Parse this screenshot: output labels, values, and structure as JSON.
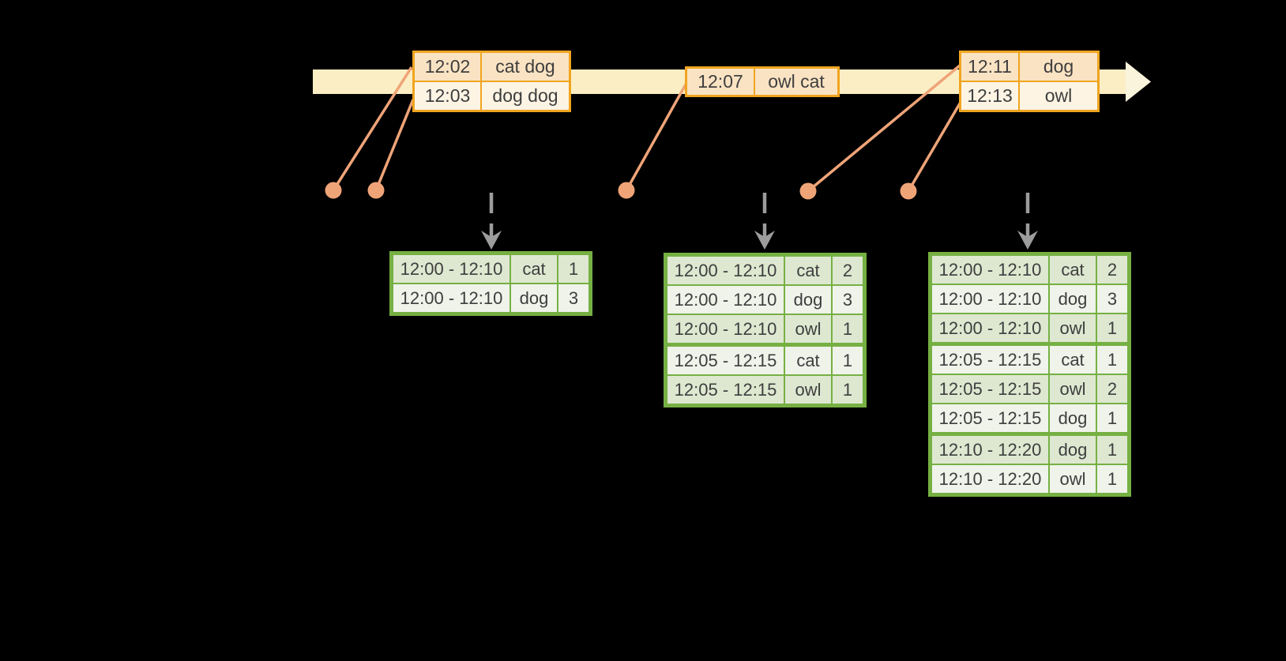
{
  "colors": {
    "background": "#000000",
    "timeline-band": "#fbeec5",
    "timeline-arrowhead": "#fbf4dc",
    "event-border": "#f0a51f",
    "event-row-dark": "#fae3c3",
    "event-row-light": "#fdf4e4",
    "marker-salmon": "#efa478",
    "arrow-gray": "#9c9c9c",
    "result-border": "#76b043",
    "result-row-dark": "#dee8d1",
    "result-row-light": "#eff3ea",
    "text": "#3e3e3e"
  },
  "timeline": {
    "events": [
      {
        "rows": [
          {
            "time": "12:02",
            "words": "cat dog"
          },
          {
            "time": "12:03",
            "words": "dog dog"
          }
        ]
      },
      {
        "rows": [
          {
            "time": "12:07",
            "words": "owl cat"
          }
        ]
      },
      {
        "rows": [
          {
            "time": "12:11",
            "words": "dog"
          },
          {
            "time": "12:13",
            "words": "owl"
          }
        ]
      }
    ]
  },
  "result_tables": [
    {
      "rows": [
        {
          "window": "12:00 - 12:10",
          "word": "cat",
          "count": "1"
        },
        {
          "window": "12:00 - 12:10",
          "word": "dog",
          "count": "3"
        }
      ]
    },
    {
      "rows": [
        {
          "window": "12:00 - 12:10",
          "word": "cat",
          "count": "2"
        },
        {
          "window": "12:00 - 12:10",
          "word": "dog",
          "count": "3"
        },
        {
          "window": "12:00 - 12:10",
          "word": "owl",
          "count": "1"
        },
        {
          "window": "12:05 - 12:15",
          "word": "cat",
          "count": "1"
        },
        {
          "window": "12:05 - 12:15",
          "word": "owl",
          "count": "1"
        }
      ]
    },
    {
      "rows": [
        {
          "window": "12:00 - 12:10",
          "word": "cat",
          "count": "2"
        },
        {
          "window": "12:00 - 12:10",
          "word": "dog",
          "count": "3"
        },
        {
          "window": "12:00 - 12:10",
          "word": "owl",
          "count": "1"
        },
        {
          "window": "12:05 - 12:15",
          "word": "cat",
          "count": "1"
        },
        {
          "window": "12:05 - 12:15",
          "word": "owl",
          "count": "2"
        },
        {
          "window": "12:05 - 12:15",
          "word": "dog",
          "count": "1"
        },
        {
          "window": "12:10 - 12:20",
          "word": "dog",
          "count": "1"
        },
        {
          "window": "12:10 - 12:20",
          "word": "owl",
          "count": "1"
        }
      ]
    }
  ]
}
